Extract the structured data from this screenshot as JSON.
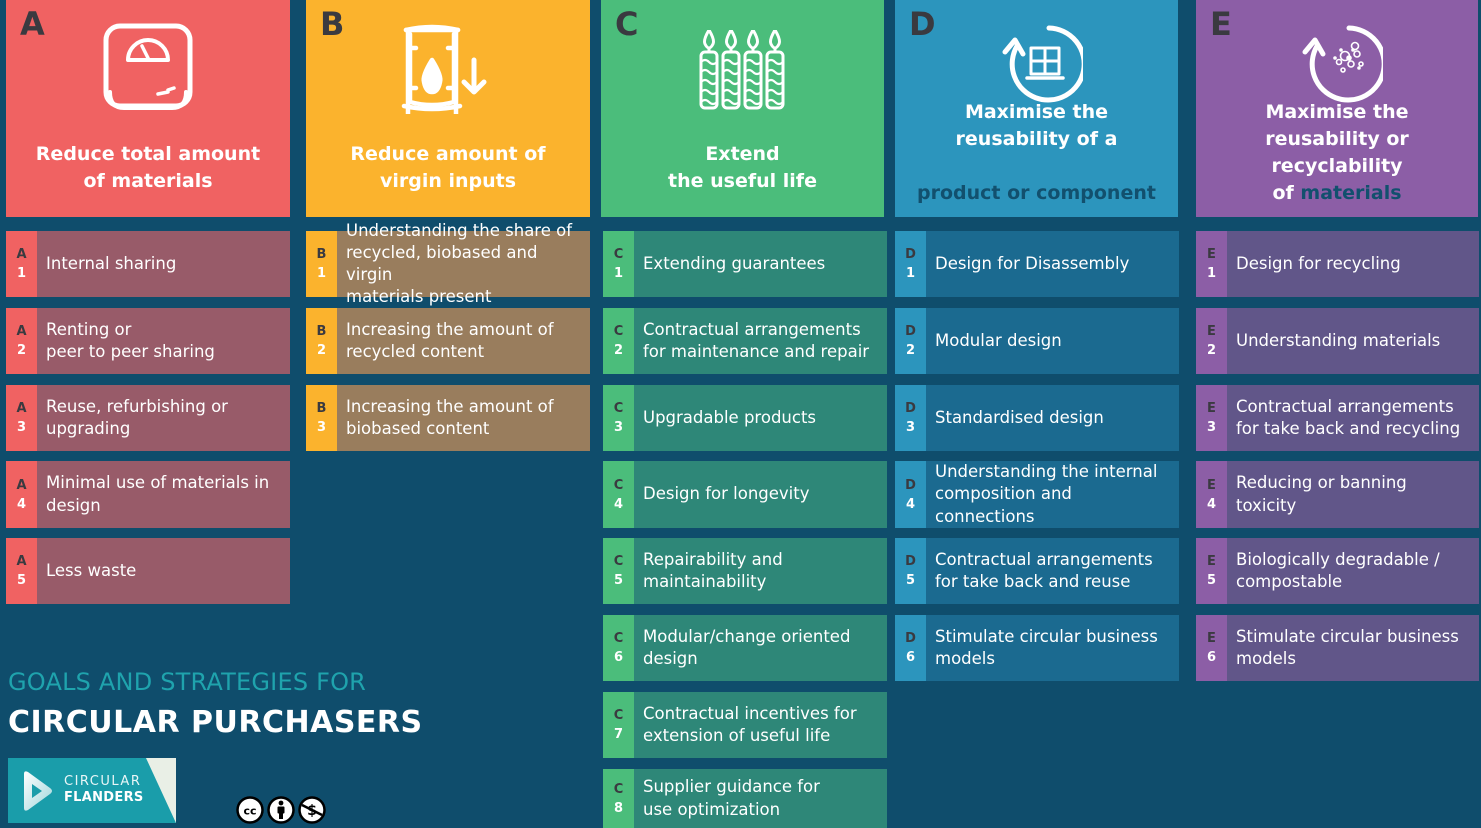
{
  "colors": {
    "background": "#0f4d6c",
    "goal_A": "#f06262",
    "strategy_A": "#985b69",
    "goal_B": "#fbb32d",
    "strategy_B": "#997d5d",
    "goal_C": "#4bbd7b",
    "strategy_C": "#2e8778",
    "goal_D": "#2c95bd",
    "strategy_D": "#1b6a90",
    "goal_E": "#8c5ea6",
    "strategy_E": "#615689"
  },
  "goals": [
    {
      "letter": "A",
      "icon": "bathroom-scale-icon",
      "title": "Reduce total amount\nof materials"
    },
    {
      "letter": "B",
      "icon": "oil-barrel-down-icon",
      "title": "Reduce amount of\nvirgin inputs"
    },
    {
      "letter": "C",
      "icon": "candles-icon",
      "title": "Extend\nthe useful life"
    },
    {
      "letter": "D",
      "icon": "cycle-window-icon",
      "title_line1": "Maximise the\nreusability of a",
      "title_highlight": "product or component"
    },
    {
      "letter": "E",
      "icon": "cycle-particles-icon",
      "title_line1": "Maximise the\nreusability or recyclability\nof ",
      "title_highlight": "materials"
    }
  ],
  "strategies": {
    "A": [
      {
        "code_letter": "A",
        "code_number": "1",
        "label": "Internal sharing"
      },
      {
        "code_letter": "A",
        "code_number": "2",
        "label": "Renting or\npeer to peer sharing"
      },
      {
        "code_letter": "A",
        "code_number": "3",
        "label": "Reuse, refurbishing or\nupgrading"
      },
      {
        "code_letter": "A",
        "code_number": "4",
        "label": "Minimal use of materials in\ndesign"
      },
      {
        "code_letter": "A",
        "code_number": "5",
        "label": "Less waste"
      }
    ],
    "B": [
      {
        "code_letter": "B",
        "code_number": "1",
        "label": "Understanding the share of\nrecycled, biobased and virgin\nmaterials present"
      },
      {
        "code_letter": "B",
        "code_number": "2",
        "label": "Increasing the amount of\nrecycled content"
      },
      {
        "code_letter": "B",
        "code_number": "3",
        "label": "Increasing the amount of\nbiobased content"
      }
    ],
    "C": [
      {
        "code_letter": "C",
        "code_number": "1",
        "label": "Extending guarantees"
      },
      {
        "code_letter": "C",
        "code_number": "2",
        "label": "Contractual arrangements\nfor maintenance and repair"
      },
      {
        "code_letter": "C",
        "code_number": "3",
        "label": "Upgradable products"
      },
      {
        "code_letter": "C",
        "code_number": "4",
        "label": "Design for longevity"
      },
      {
        "code_letter": "C",
        "code_number": "5",
        "label": "Repairability and\nmaintainability"
      },
      {
        "code_letter": "C",
        "code_number": "6",
        "label": "Modular/change oriented\ndesign"
      },
      {
        "code_letter": "C",
        "code_number": "7",
        "label": "Contractual incentives for\nextension of useful life"
      },
      {
        "code_letter": "C",
        "code_number": "8",
        "label": "Supplier guidance for\nuse optimization"
      }
    ],
    "D": [
      {
        "code_letter": "D",
        "code_number": "1",
        "label": "Design for Disassembly"
      },
      {
        "code_letter": "D",
        "code_number": "2",
        "label": "Modular design"
      },
      {
        "code_letter": "D",
        "code_number": "3",
        "label": "Standardised design"
      },
      {
        "code_letter": "D",
        "code_number": "4",
        "label": "Understanding the internal\ncomposition and connections"
      },
      {
        "code_letter": "D",
        "code_number": "5",
        "label": "Contractual arrangements\nfor take back and reuse"
      },
      {
        "code_letter": "D",
        "code_number": "6",
        "label": "Stimulate circular business\nmodels"
      }
    ],
    "E": [
      {
        "code_letter": "E",
        "code_number": "1",
        "label": "Design for recycling"
      },
      {
        "code_letter": "E",
        "code_number": "2",
        "label": "Understanding materials"
      },
      {
        "code_letter": "E",
        "code_number": "3",
        "label": "Contractual arrangements\nfor take back and recycling"
      },
      {
        "code_letter": "E",
        "code_number": "4",
        "label": "Reducing or banning\ntoxicity"
      },
      {
        "code_letter": "E",
        "code_number": "5",
        "label": "Biologically degradable /\ncompostable"
      },
      {
        "code_letter": "E",
        "code_number": "6",
        "label": "Stimulate circular business\nmodels"
      }
    ]
  },
  "footer": {
    "subtitle": "GOALS AND STRATEGIES FOR",
    "title": "CIRCULAR PURCHASERS",
    "logo_line1": "CIRCULAR",
    "logo_line2": "FLANDERS",
    "license_icons": [
      "cc-icon",
      "attribution-icon",
      "noncommercial-icon"
    ]
  }
}
